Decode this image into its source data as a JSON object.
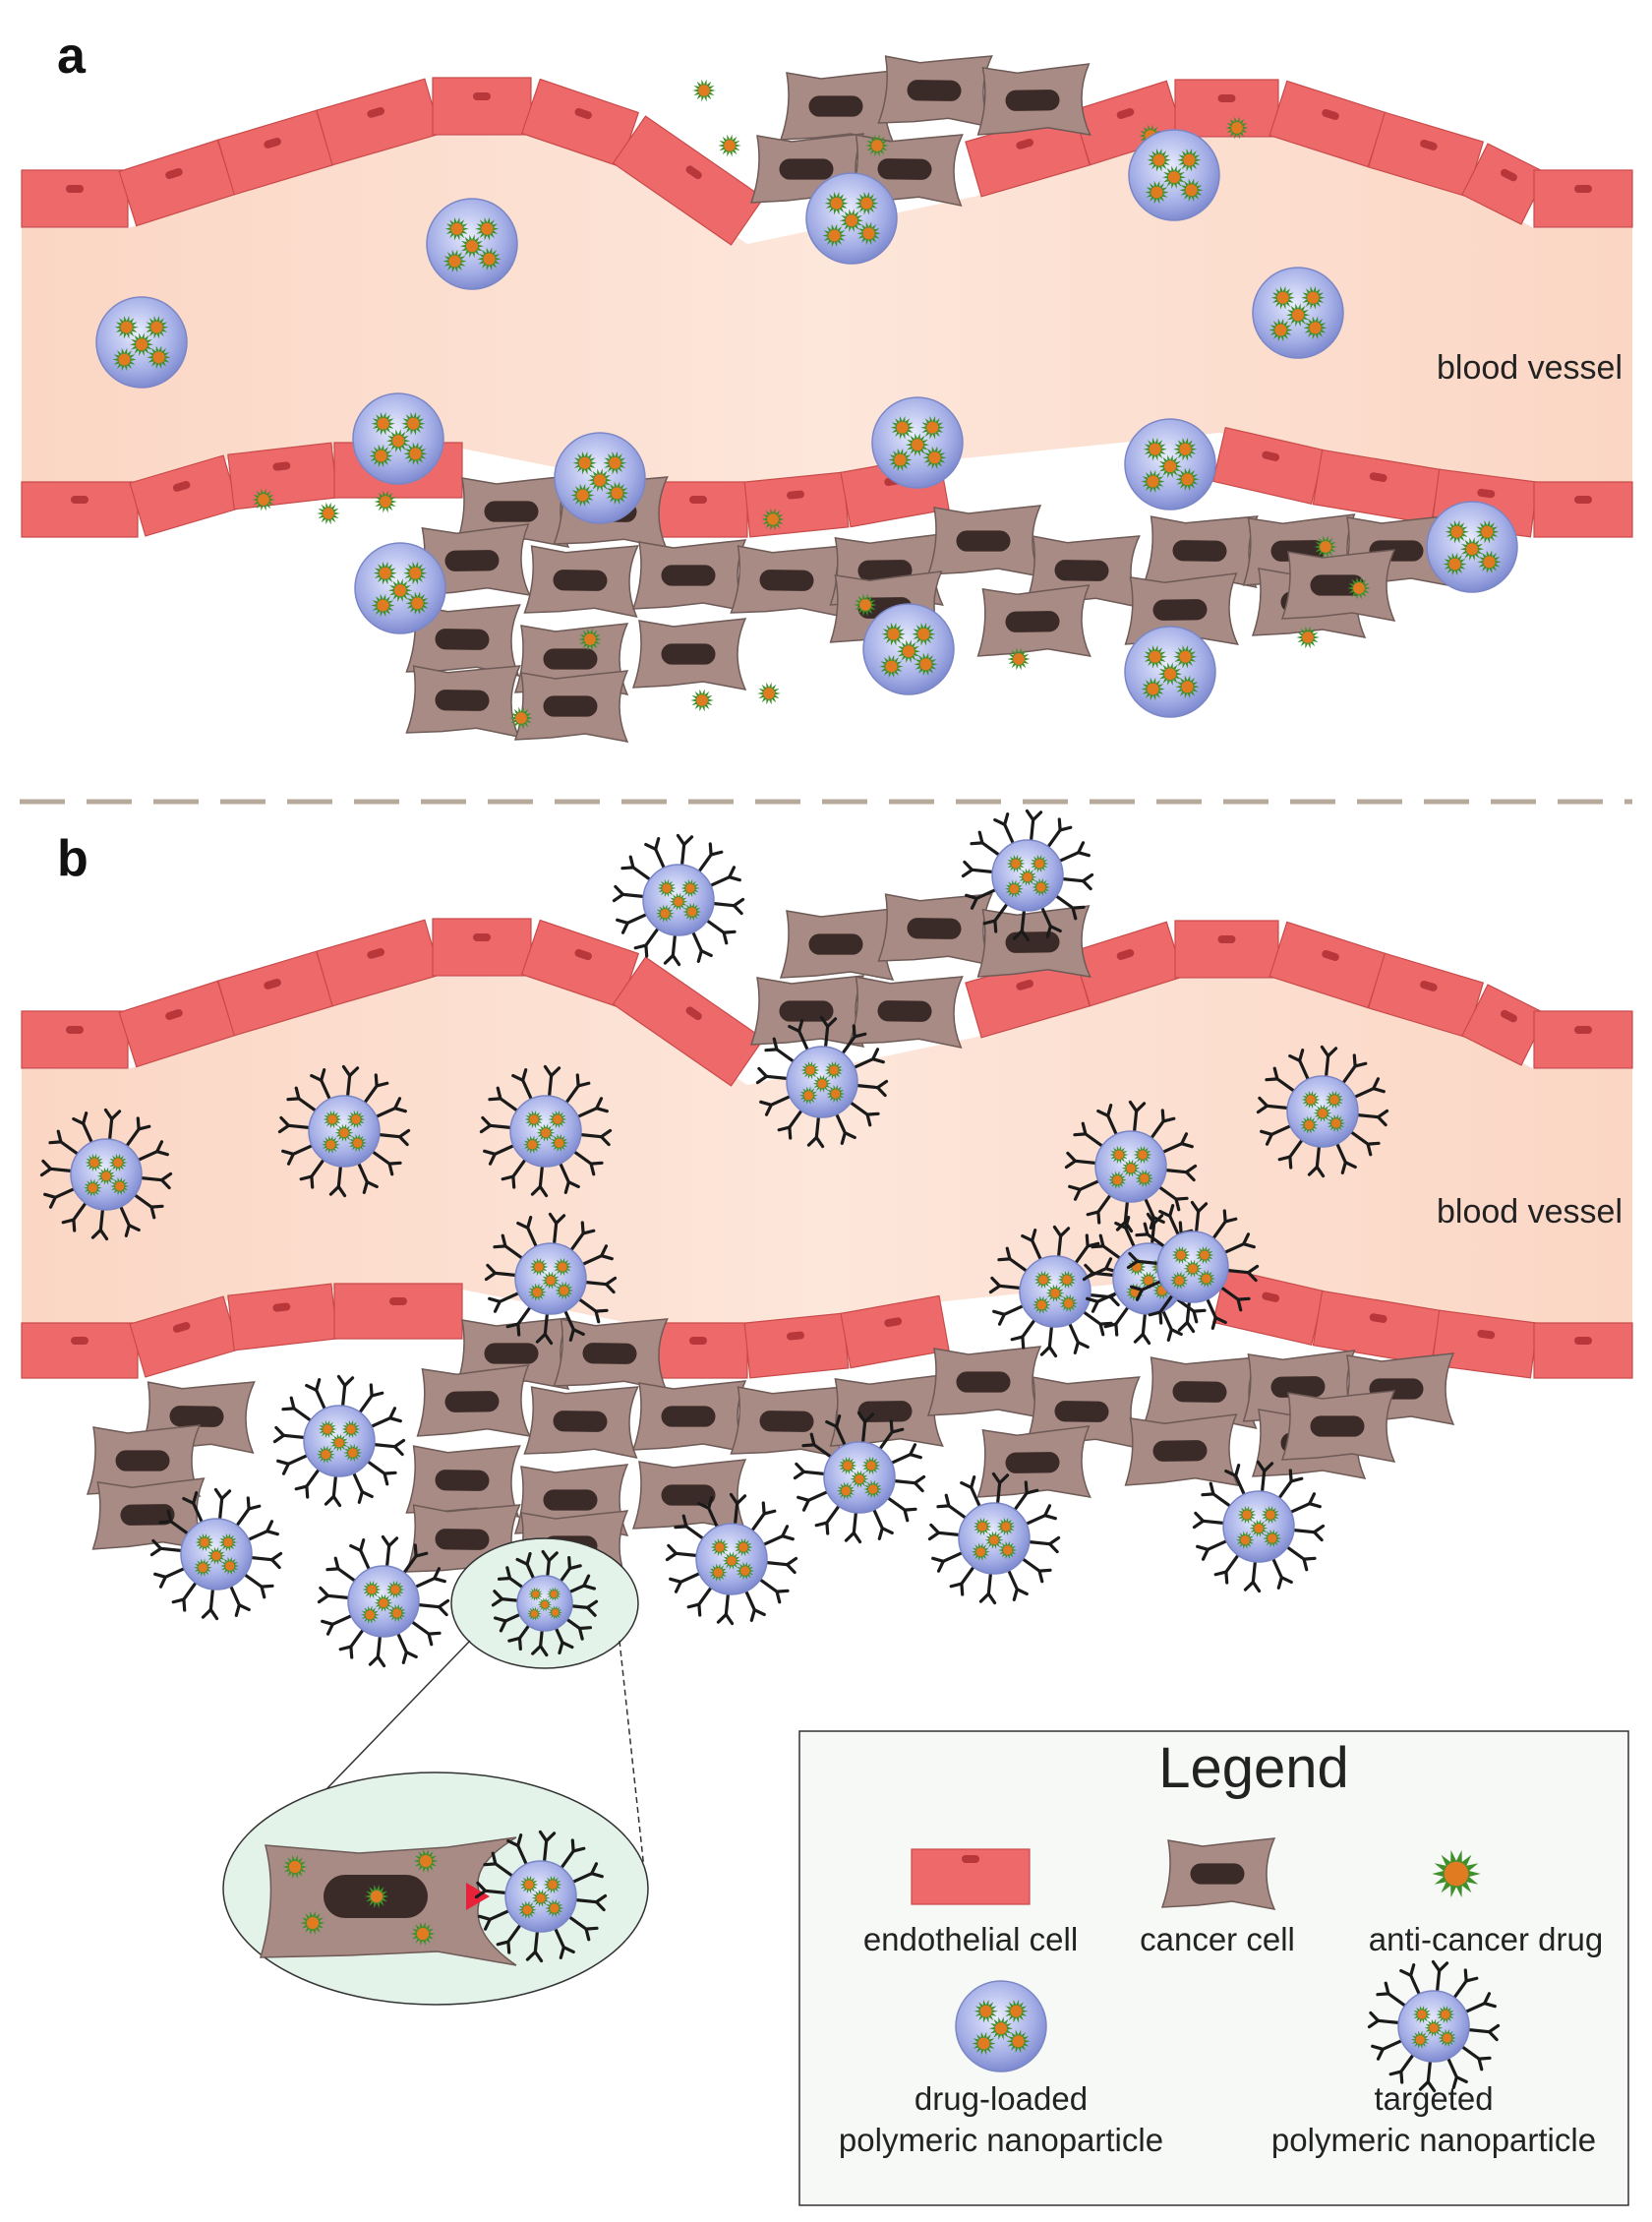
{
  "panels": [
    {
      "letter": "a",
      "vessel_label": "blood vessel"
    },
    {
      "letter": "b",
      "vessel_label": "blood vessel"
    }
  ],
  "legend": {
    "title": "Legend",
    "items": [
      {
        "key": "endothelial",
        "lines": [
          "endothelial cell"
        ],
        "icon": "endothelial-cell-icon"
      },
      {
        "key": "cancer",
        "lines": [
          "cancer cell"
        ],
        "icon": "cancer-cell-icon"
      },
      {
        "key": "drug",
        "lines": [
          "anti-cancer drug"
        ],
        "icon": "anti-cancer-drug-icon"
      },
      {
        "key": "np",
        "lines": [
          "drug-loaded",
          "polymeric nanoparticle"
        ],
        "icon": "drug-loaded-nanoparticle-icon"
      },
      {
        "key": "tnp",
        "lines": [
          "targeted",
          "polymeric nanoparticle"
        ],
        "icon": "targeted-nanoparticle-icon"
      }
    ]
  },
  "colors": {
    "endothelial": "#ee6a6a",
    "endothelial_nucleus": "#b8373a",
    "cancer_cell": "#a88b84",
    "nucleus": "#3a2a28",
    "drug": "#e07b22",
    "drug_spikes": "#3f8f2a",
    "nanoparticle": "#8e9ad8",
    "antibody": "#1a1a1a",
    "lumen": "#fbd9c9",
    "inset": "#e3f3ea",
    "divider": "#b7aa9a",
    "receptor": "#e8223a"
  }
}
